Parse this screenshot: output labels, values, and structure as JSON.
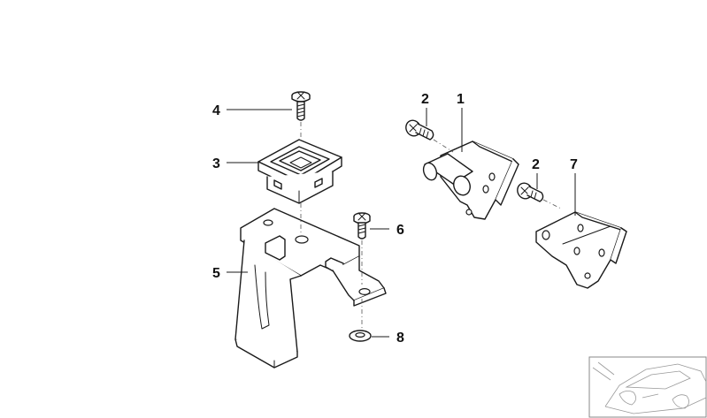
{
  "callouts": {
    "part_1": "1",
    "part_2_left": "2",
    "part_2_right": "2",
    "part_3": "3",
    "part_4": "4",
    "part_5": "5",
    "part_6": "6",
    "part_7": "7",
    "part_8": "8"
  },
  "colors": {
    "line": "#1a1a1a",
    "background": "#ffffff",
    "thumbnail_line": "#999999"
  }
}
